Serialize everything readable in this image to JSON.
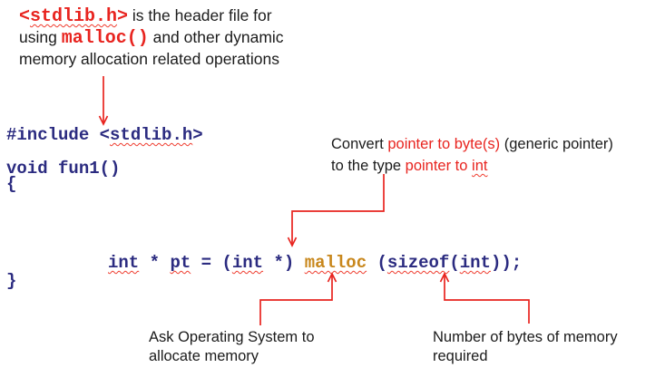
{
  "colors": {
    "red": "#e8241f",
    "code_navy": "#2b2b80",
    "malloc_orange": "#c8871c",
    "text_black": "#1b1b1b",
    "background": "#ffffff"
  },
  "intro": {
    "line1": [
      {
        "t": "<",
        "c": "mono red",
        "n": "stdlib-header-token"
      },
      {
        "t": "stdlib.h",
        "c": "mono red wavy",
        "n": "stdlib-header-token"
      },
      {
        "t": ">",
        "c": "mono red",
        "n": "stdlib-header-token"
      },
      {
        "t": " is the header file for",
        "c": "",
        "n": "intro-text"
      }
    ],
    "line2": [
      {
        "t": "using ",
        "c": "",
        "n": "intro-text"
      },
      {
        "t": "malloc()",
        "c": "mono red",
        "n": "malloc-token"
      },
      {
        "t": " and other dynamic",
        "c": "",
        "n": "intro-text"
      }
    ],
    "line3": [
      {
        "t": "memory allocation related operations",
        "c": "",
        "n": "intro-text"
      }
    ]
  },
  "code": {
    "include_line": [
      {
        "t": "#include <",
        "c": "",
        "n": "include-directive"
      },
      {
        "t": "stdlib.h",
        "c": "wavy",
        "n": "stdlib-header-name"
      },
      {
        "t": ">",
        "c": "",
        "n": "include-directive"
      }
    ],
    "fun_line": [
      {
        "t": "void fun1()",
        "c": "",
        "n": "function-signature"
      }
    ],
    "open_brace": "{",
    "malloc_line": [
      {
        "t": "int",
        "c": "wavy",
        "n": "type-token"
      },
      {
        "t": " * ",
        "c": "",
        "n": "code-text"
      },
      {
        "t": "pt",
        "c": "wavy",
        "n": "variable-token"
      },
      {
        "t": " = (",
        "c": "",
        "n": "code-text"
      },
      {
        "t": "int",
        "c": "wavy",
        "n": "type-token"
      },
      {
        "t": " *) ",
        "c": "",
        "n": "code-text"
      },
      {
        "t": "malloc",
        "c": "orange wavy",
        "n": "malloc-call-token"
      },
      {
        "t": " (",
        "c": "",
        "n": "code-text"
      },
      {
        "t": "sizeof",
        "c": "wavy",
        "n": "sizeof-token"
      },
      {
        "t": "(",
        "c": "",
        "n": "code-text"
      },
      {
        "t": "int",
        "c": "wavy",
        "n": "type-token"
      },
      {
        "t": "));",
        "c": "",
        "n": "code-text"
      }
    ],
    "close_brace": "}"
  },
  "annotations": {
    "convert": {
      "line1": [
        {
          "t": "Convert ",
          "c": "",
          "n": "annotation-text"
        },
        {
          "t": "pointer to byte(s)",
          "c": "red",
          "n": "highlighted-phrase"
        },
        {
          "t": " (generic pointer)",
          "c": "",
          "n": "annotation-text"
        }
      ],
      "line2": [
        {
          "t": "to the type ",
          "c": "",
          "n": "annotation-text"
        },
        {
          "t": "pointer to ",
          "c": "red",
          "n": "highlighted-phrase"
        },
        {
          "t": "int",
          "c": "red wavy",
          "n": "highlighted-phrase"
        }
      ]
    },
    "ask": {
      "line1": "Ask Operating System to",
      "line2": "allocate memory"
    },
    "bytes": {
      "line1": "Number of bytes of memory",
      "line2": "required"
    }
  }
}
